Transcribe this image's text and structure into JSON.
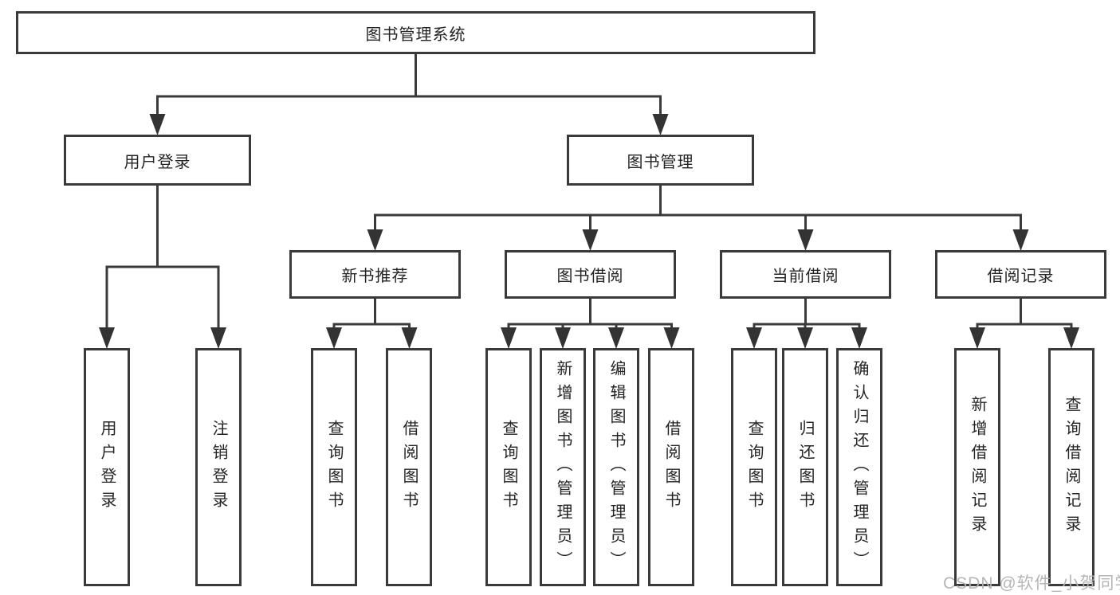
{
  "diagram": {
    "root": "图书管理系统",
    "branches": [
      {
        "label": "用户登录",
        "children": [
          "用户登录",
          "注销登录"
        ]
      },
      {
        "label": "图书管理",
        "children": [
          {
            "label": "新书推荐",
            "children": [
              "查询图书",
              "借阅图书"
            ]
          },
          {
            "label": "图书借阅",
            "children": [
              "查询图书",
              "新增图书（管理员）",
              "编辑图书（管理员）",
              "借阅图书"
            ]
          },
          {
            "label": "当前借阅",
            "children": [
              "查询图书",
              "归还图书",
              "确认归还（管理员）"
            ]
          },
          {
            "label": "借阅记录",
            "children": [
              "新增借阅记录",
              "查询借阅记录"
            ]
          }
        ]
      }
    ],
    "colors": {
      "line": "#3a3a3a",
      "box_border": "#3a3a3a",
      "box_fill": "#ffffff",
      "text": "#242424",
      "watermark": "#b3b3b3"
    }
  },
  "watermark": "CSDN @软件_小贺同学"
}
